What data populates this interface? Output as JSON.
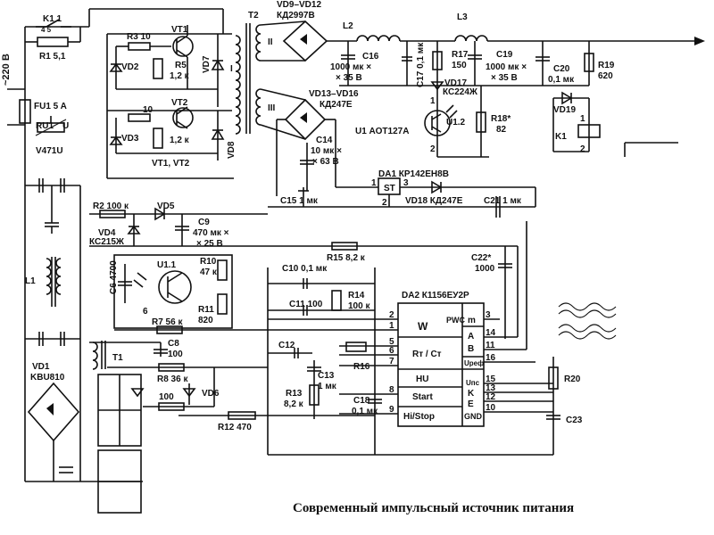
{
  "caption": "Современный импульсный источник питания",
  "input": {
    "voltage_label": "~220 В"
  },
  "components": {
    "k11": {
      "ref": "K1 1",
      "pins": "4     5"
    },
    "r1": {
      "ref": "R1 5,1"
    },
    "fu1": {
      "ref": "FU1 5 A"
    },
    "ru1": {
      "ref": "RU1",
      "sym": "U",
      "type": "V471U"
    },
    "l1": {
      "ref": "L1"
    },
    "vd1": {
      "ref": "VD1",
      "type": "KBU810"
    },
    "r3": {
      "ref": "R3 10"
    },
    "vt1": {
      "ref": "VT1"
    },
    "vd2": {
      "ref": "VD2"
    },
    "r5": {
      "ref": "R5",
      "value": "1,2 к"
    },
    "vd7": {
      "ref": "VD7"
    },
    "vt2": {
      "ref": "VT2"
    },
    "r_10": {
      "value": "10"
    },
    "vd3": {
      "ref": "VD3"
    },
    "r_12k": {
      "value": "1,2 к"
    },
    "vd8": {
      "ref": "VD8"
    },
    "vtpair": {
      "ref": "VT1, VT2"
    },
    "t2": {
      "ref": "T2",
      "w1": "I",
      "w2": "II",
      "w3": "III"
    },
    "vd9": {
      "ref": "VD9–VD12",
      "type": "КД2997В"
    },
    "l2": {
      "ref": "L2"
    },
    "l3": {
      "ref": "L3"
    },
    "c16": {
      "ref": "C16",
      "value": "1000 мк ×",
      "voltage": "× 35 В"
    },
    "c17": {
      "ref": "C17 0,1 мк"
    },
    "r17": {
      "ref": "R17",
      "value": "150"
    },
    "c19": {
      "ref": "C19",
      "value": "1000 мк ×",
      "voltage": "× 35 В"
    },
    "c20": {
      "ref": "C20",
      "value": "0,1 мк"
    },
    "r19": {
      "ref": "R19",
      "value": "620"
    },
    "vd17": {
      "ref": "VD17",
      "type": "КС224Ж"
    },
    "vd19": {
      "ref": "VD19"
    },
    "vd13": {
      "ref": "VD13–VD16",
      "type": "КД247Е"
    },
    "u1": {
      "ref": "U1 АОТ127А",
      "sub": "U1.2",
      "p1": "1",
      "p2": "2"
    },
    "r18": {
      "ref": "R18*",
      "value": "82"
    },
    "k1": {
      "ref": "K1",
      "p1": "1",
      "p2": "2"
    },
    "c14": {
      "ref": "C14",
      "value": "10 мк ×",
      "voltage": "× 63 В"
    },
    "da1": {
      "ref": "DA1 КР142ЕН8В",
      "label": "ST",
      "p1": "1",
      "p2": "2",
      "p3": "3"
    },
    "vd18": {
      "ref": "VD18 КД247Е"
    },
    "c15": {
      "ref": "C15 1 мк"
    },
    "c21": {
      "ref": "C21 1 мк"
    },
    "r2": {
      "ref": "R2 100 к"
    },
    "vd5": {
      "ref": "VD5"
    },
    "vd4": {
      "ref": "VD4",
      "type": "КС215Ж"
    },
    "c9": {
      "ref": "C9",
      "value": "470 мк ×",
      "voltage": "× 25 В"
    },
    "r15": {
      "ref": "R15 8,2 к"
    },
    "c22": {
      "ref": "C22*",
      "value": "1000"
    },
    "c6": {
      "ref": "C6 4700"
    },
    "u11": {
      "ref": "U1.1"
    },
    "r10": {
      "ref": "R10",
      "value": "47 к"
    },
    "r11": {
      "ref": "R11",
      "value": "820"
    },
    "r7": {
      "ref": "R7 56 к",
      "pin": "6"
    },
    "c10": {
      "ref": "C10 0,1 мк"
    },
    "c11": {
      "ref": "C11 100"
    },
    "r14": {
      "ref": "R14",
      "value": "100 к"
    },
    "t1": {
      "ref": "T1"
    },
    "c8": {
      "ref": "C8",
      "value": "100"
    },
    "r8": {
      "ref": "R8 36 к"
    },
    "vd6": {
      "ref": "VD6"
    },
    "r_100": {
      "value": "100"
    },
    "r12": {
      "ref": "R12 470"
    },
    "c12": {
      "ref": "C12"
    },
    "c13": {
      "ref": "C13",
      "value": "1 мк"
    },
    "r16": {
      "ref": "R16"
    },
    "r13": {
      "ref": "R13",
      "value": "8,2 к"
    },
    "c18": {
      "ref": "C18",
      "value": "0,1 мк"
    },
    "r20": {
      "ref": "R20"
    },
    "c23": {
      "ref": "C23"
    }
  },
  "da2": {
    "ref": "DA2 К1156ЕУ2Р",
    "blocks": [
      "W",
      "Rт / Cт",
      "HU",
      "Start",
      "Hi/Stop"
    ],
    "right_labels": [
      "PWC",
      "m",
      "A",
      "B",
      "Uреф",
      "Uпс",
      "K",
      "E",
      "GND"
    ],
    "left_pins": [
      "2",
      "1",
      "5",
      "6",
      "7",
      "8",
      "9"
    ],
    "right_pins": [
      "3",
      "14",
      "11",
      "16",
      "15",
      "13",
      "12",
      "10"
    ]
  }
}
